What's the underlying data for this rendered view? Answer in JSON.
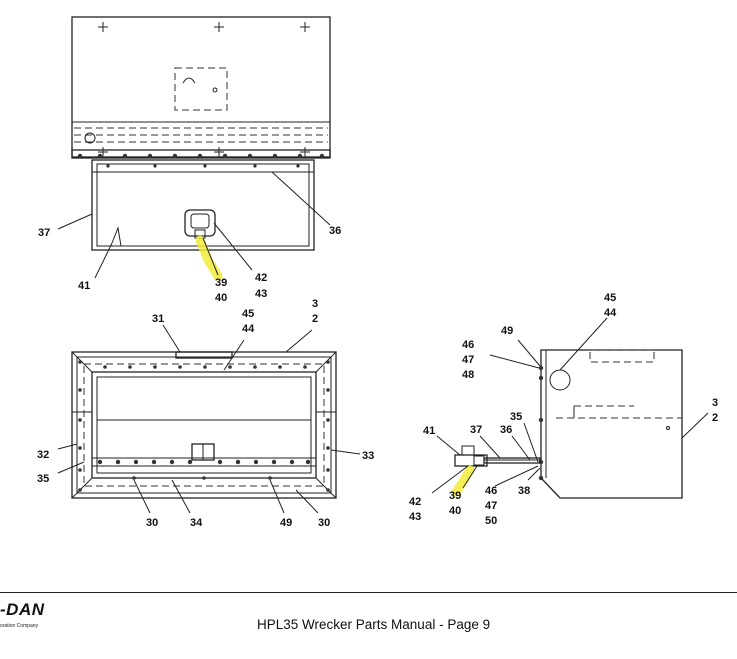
{
  "callouts": {
    "top": {
      "c37": "37",
      "c36": "36",
      "c41": "41",
      "c42": "42",
      "c43": "43",
      "c39": "39",
      "c40": "40"
    },
    "front": {
      "c31": "31",
      "c45": "45",
      "c44": "44",
      "c3": "3",
      "c2": "2",
      "c32": "32",
      "c35": "35",
      "c33": "33",
      "c30a": "30",
      "c34": "34",
      "c49": "49",
      "c30b": "30"
    },
    "side": {
      "c45": "45",
      "c44": "44",
      "c49": "49",
      "c46": "46",
      "c47": "47",
      "c48": "48",
      "c3": "3",
      "c2": "2",
      "c41": "41",
      "c37": "37",
      "c36": "36",
      "c35": "35",
      "c42": "42",
      "c43": "43",
      "c39": "39",
      "c40": "40",
      "c46b": "46",
      "c47b": "47",
      "c50": "50",
      "c38": "38"
    }
  },
  "highlight_color": "#f2ec3a",
  "footer": {
    "brand": "-DAN",
    "brand_sub": "oration Company",
    "title": "HPL35 Wrecker Parts Manual  -  Page 9"
  }
}
